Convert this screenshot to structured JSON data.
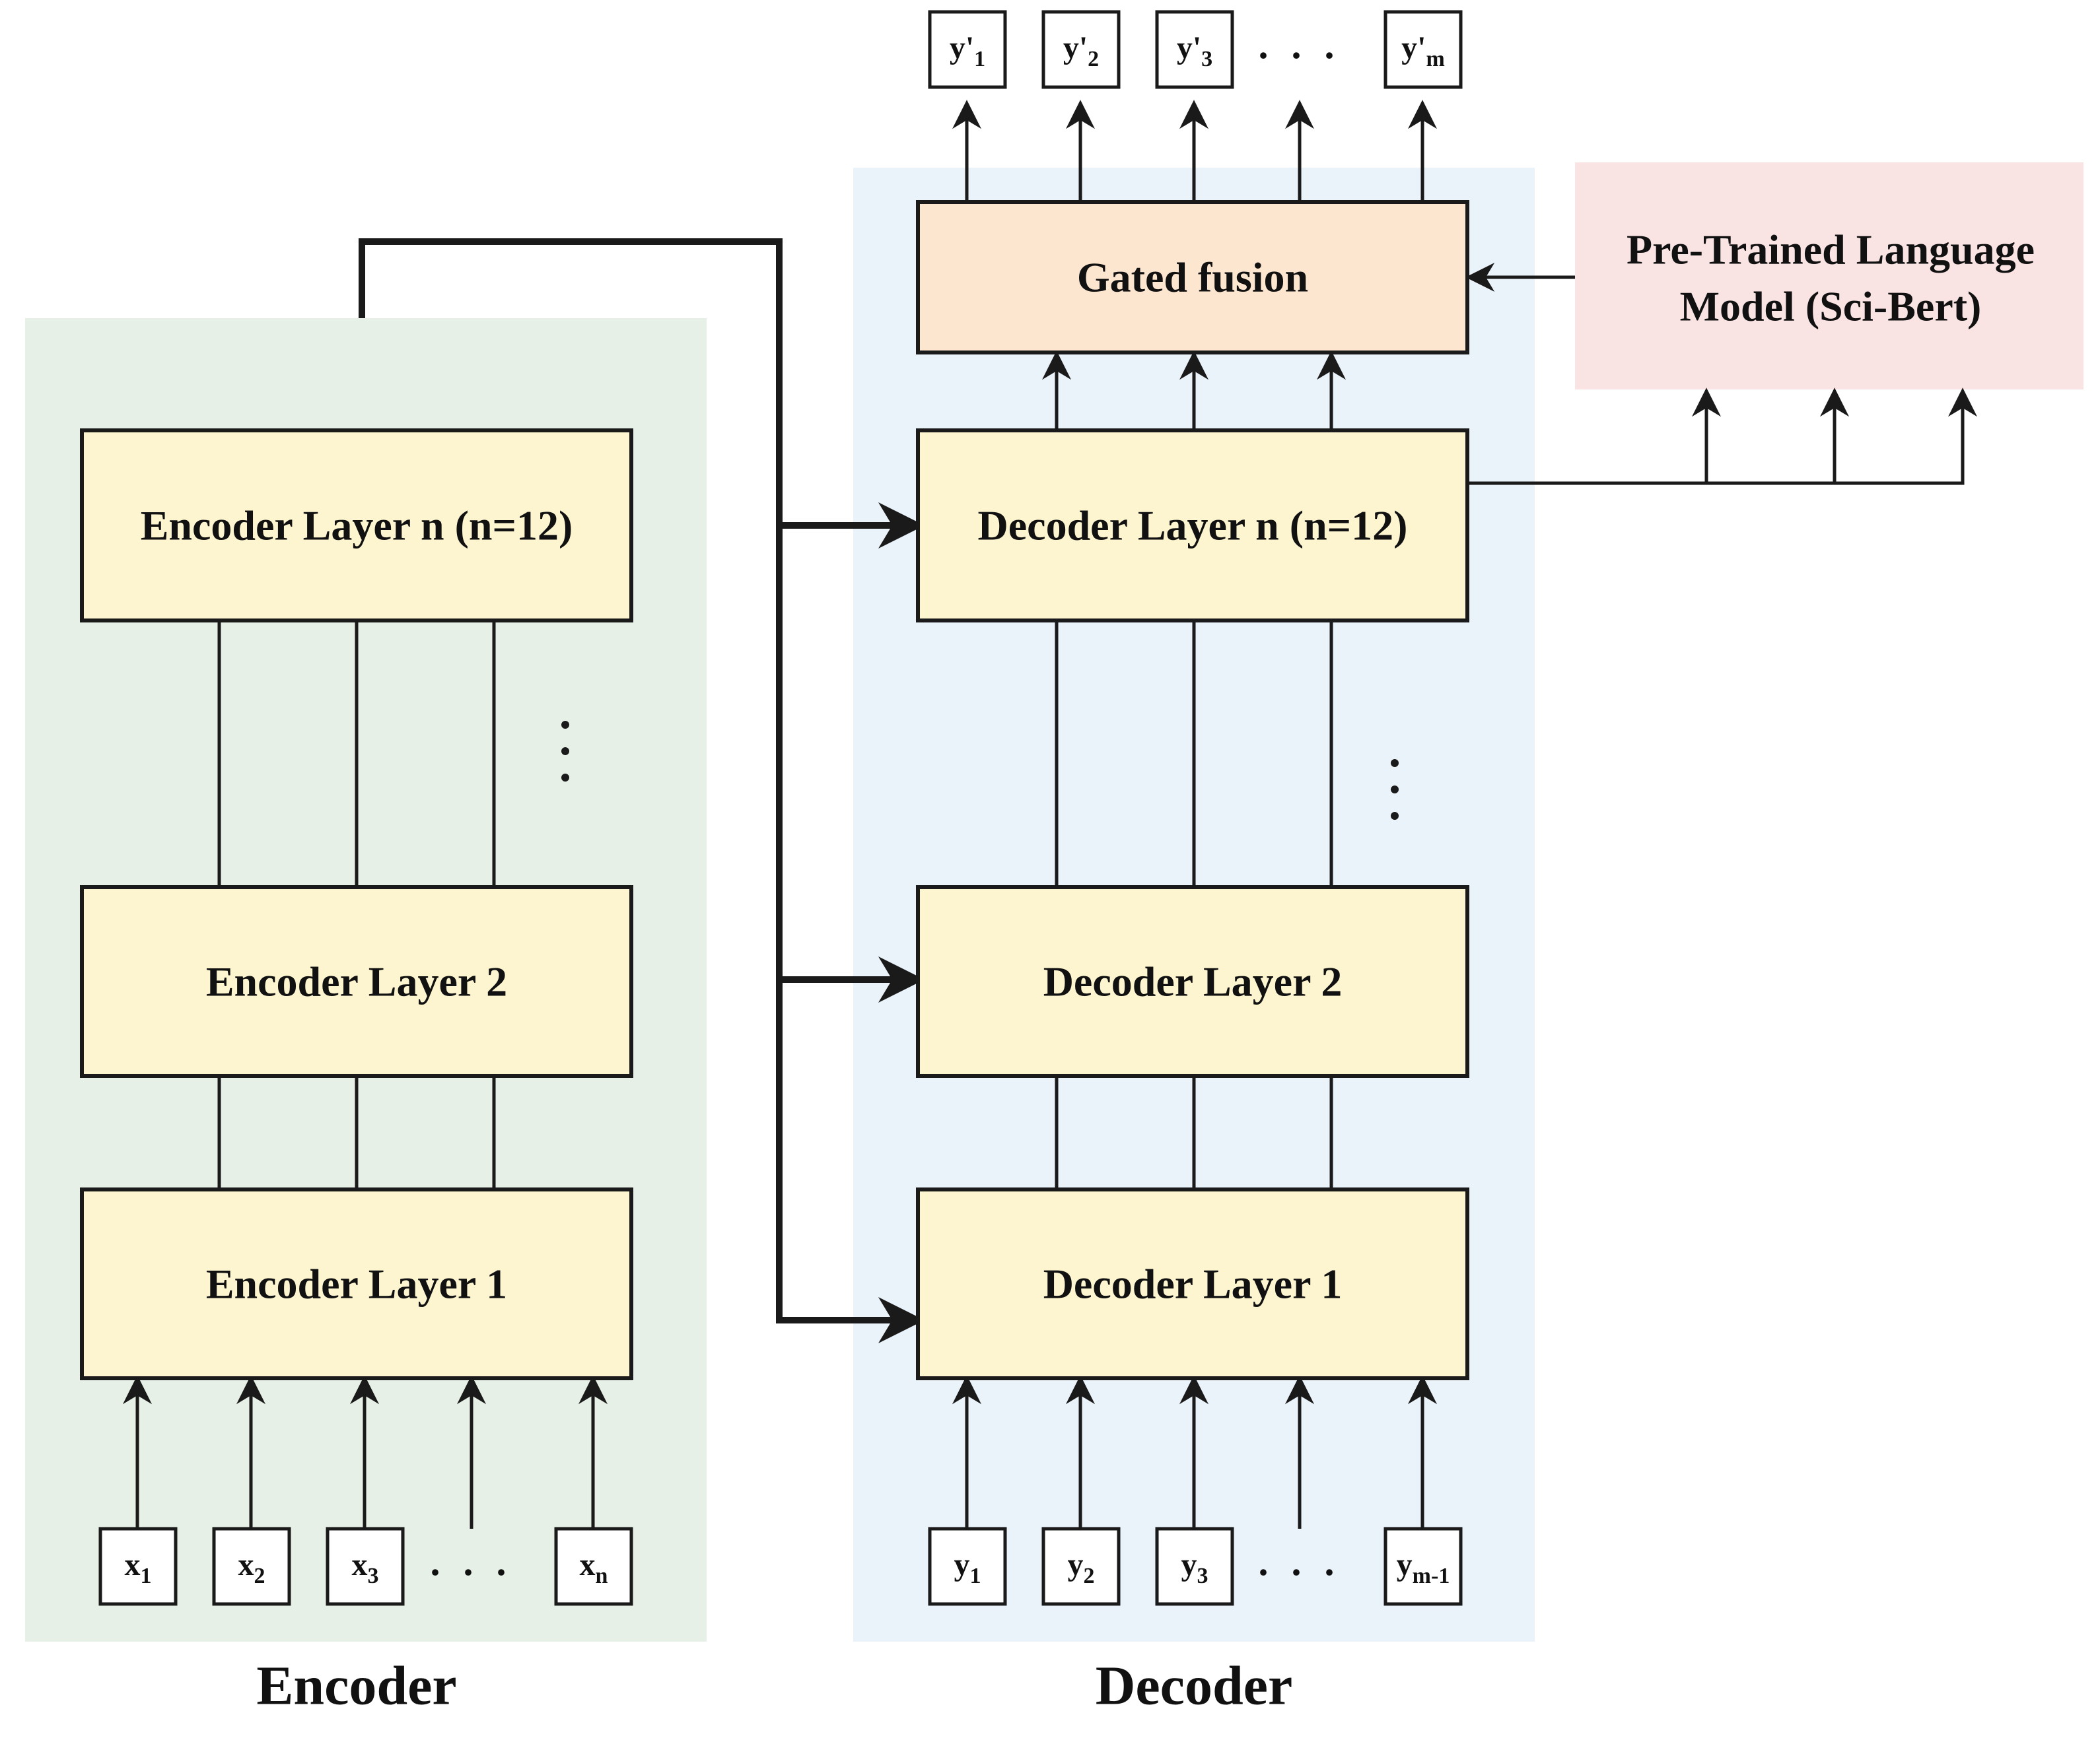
{
  "colors": {
    "encoder_panel": "#e6f0e6",
    "decoder_panel": "#eaf2fa",
    "layer_box": "#fdf5d0",
    "gated_fusion_box": "#fde6d0",
    "plm_box": "#f9e3e3",
    "stroke": "#1a1a1a"
  },
  "encoder": {
    "caption": "Encoder",
    "layer_n": "Encoder Layer n (n=12)",
    "layer_2": "Encoder Layer 2",
    "layer_1": "Encoder Layer 1",
    "ellipsis": "⋮",
    "inputs": [
      {
        "base": "x",
        "sub": "1"
      },
      {
        "base": "x",
        "sub": "2"
      },
      {
        "base": "x",
        "sub": "3"
      },
      {
        "base": "x",
        "sub": "n"
      }
    ],
    "inputs_ellipsis": ". . ."
  },
  "decoder": {
    "caption": "Decoder",
    "layer_n": "Decoder Layer n (n=12)",
    "layer_2": "Decoder Layer 2",
    "layer_1": "Decoder Layer 1",
    "ellipsis": "⋮",
    "gated_fusion": "Gated fusion",
    "inputs": [
      {
        "base": "y",
        "sub": "1"
      },
      {
        "base": "y",
        "sub": "2"
      },
      {
        "base": "y",
        "sub": "3"
      },
      {
        "base": "y",
        "sub": "m-1"
      }
    ],
    "inputs_ellipsis": ". . .",
    "outputs": [
      {
        "base": "y'",
        "sub": "1"
      },
      {
        "base": "y'",
        "sub": "2"
      },
      {
        "base": "y'",
        "sub": "3"
      },
      {
        "base": "y'",
        "sub": "m"
      }
    ],
    "outputs_ellipsis": ". . ."
  },
  "plm": {
    "line1": "Pre-Trained Language",
    "line2": "Model (Sci-Bert)"
  }
}
